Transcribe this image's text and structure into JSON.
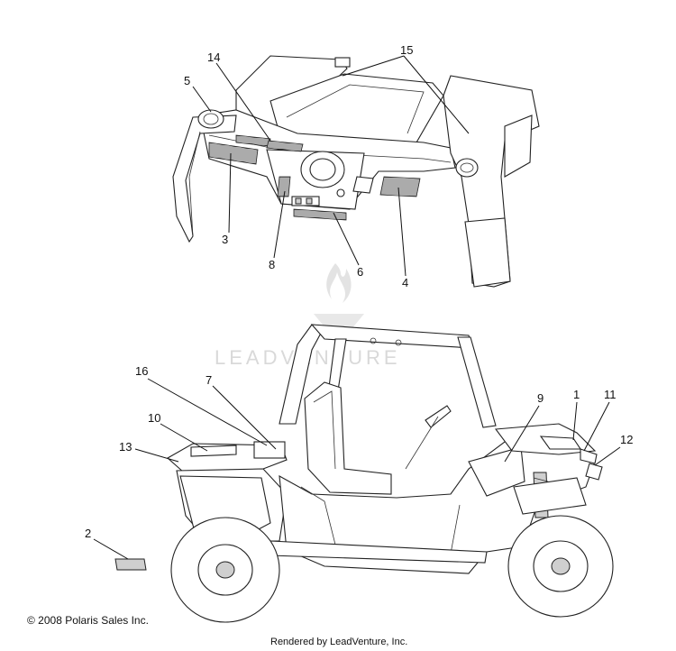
{
  "watermark": {
    "text": "LEADVENTURE"
  },
  "footer": {
    "copyright": "© 2008 Polaris Sales Inc.",
    "rendered_by": "Rendered by LeadVenture, Inc."
  },
  "callouts": {
    "c1": "1",
    "c2": "2",
    "c3": "3",
    "c4": "4",
    "c5": "5",
    "c6": "6",
    "c7": "7",
    "c8": "8",
    "c9": "9",
    "c10": "10",
    "c11": "11",
    "c12": "12",
    "c13": "13",
    "c14": "14",
    "c15": "15",
    "c16": "16"
  }
}
